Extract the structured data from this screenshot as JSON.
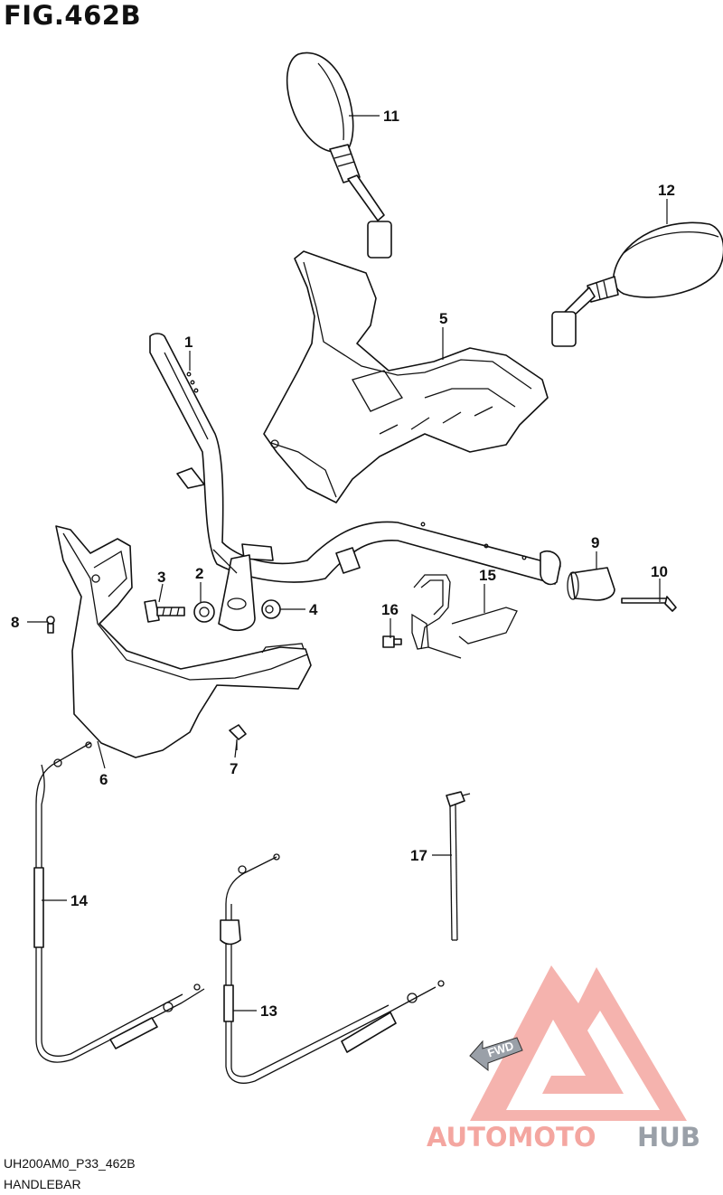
{
  "figure": {
    "title": "FIG.462B"
  },
  "callouts": [
    {
      "id": "1",
      "label": "1"
    },
    {
      "id": "2",
      "label": "2"
    },
    {
      "id": "3",
      "label": "3"
    },
    {
      "id": "4",
      "label": "4"
    },
    {
      "id": "5",
      "label": "5"
    },
    {
      "id": "6",
      "label": "6"
    },
    {
      "id": "7",
      "label": "7"
    },
    {
      "id": "8",
      "label": "8"
    },
    {
      "id": "9",
      "label": "9"
    },
    {
      "id": "10",
      "label": "10"
    },
    {
      "id": "11",
      "label": "11"
    },
    {
      "id": "12",
      "label": "12"
    },
    {
      "id": "13",
      "label": "13"
    },
    {
      "id": "14",
      "label": "14"
    },
    {
      "id": "15",
      "label": "15"
    },
    {
      "id": "16",
      "label": "16"
    },
    {
      "id": "17",
      "label": "17"
    }
  ],
  "fwd_arrow": {
    "label": "FWD"
  },
  "watermark": {
    "part1": "AUTOMOTO",
    "part2": "HUB",
    "color_main": "#f4a6a0",
    "color_accent": "#f2c23a",
    "color_dark": "#9aa0a8"
  },
  "footer": {
    "diagram_code": "UH200AM0_P33_462B",
    "section_name": "HANDLEBAR"
  }
}
